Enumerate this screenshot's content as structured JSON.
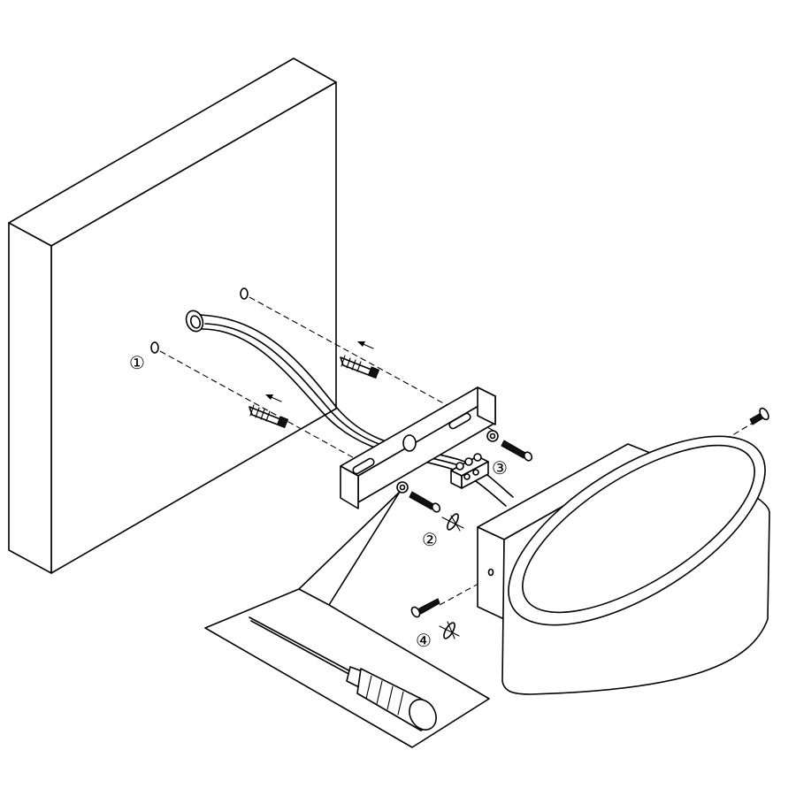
{
  "steps": [
    {
      "label": "①"
    },
    {
      "label": "②"
    },
    {
      "label": "③"
    },
    {
      "label": "④"
    }
  ],
  "colors": {
    "line": "#000000",
    "background": "#ffffff"
  }
}
